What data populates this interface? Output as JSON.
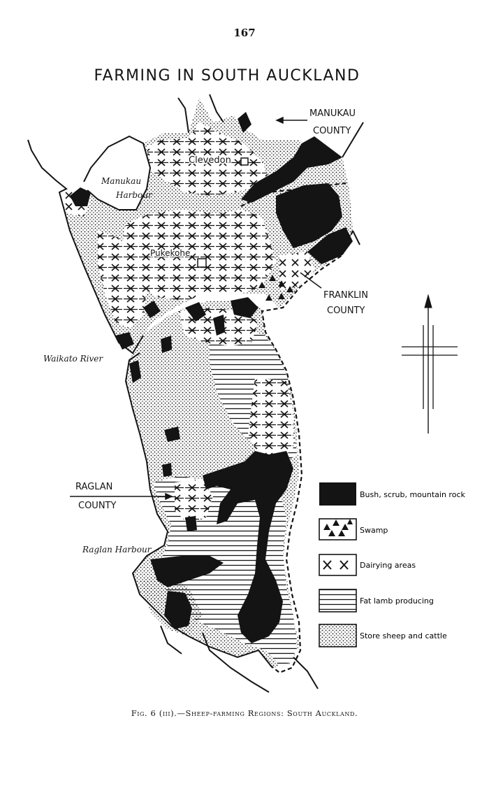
{
  "page_number": "167",
  "title": "FARMING IN SOUTH AUCKLAND",
  "place_labels": {
    "manukau_county_line1": "MANUKAU",
    "manukau_county_line2": "COUNTY",
    "clevedon": "Clevedon",
    "manukau_harbour_line1": "Manukau",
    "manukau_harbour_line2": "Harbour",
    "pukekohe": "Pukekohe",
    "franklin_county_line1": "FRANKLIN",
    "franklin_county_line2": "COUNTY",
    "waikato_river": "Waikato River",
    "raglan_county_line1": "RAGLAN",
    "raglan_county_line2": "COUNTY",
    "raglan_harbour": "Raglan Harbour"
  },
  "legend": [
    {
      "key": "bush",
      "label": "Bush, scrub, mountain rock"
    },
    {
      "key": "swamp",
      "label": "Swamp"
    },
    {
      "key": "dairy",
      "label": "Dairying areas"
    },
    {
      "key": "fatlamb",
      "label": "Fat lamb producing"
    },
    {
      "key": "store",
      "label": "Store sheep and cattle"
    }
  ],
  "colors": {
    "ink": "#141414",
    "paper": "#ffffff"
  },
  "caption": "Fig. 6 (iii).—Sheep-farming Regions: South Auckland."
}
